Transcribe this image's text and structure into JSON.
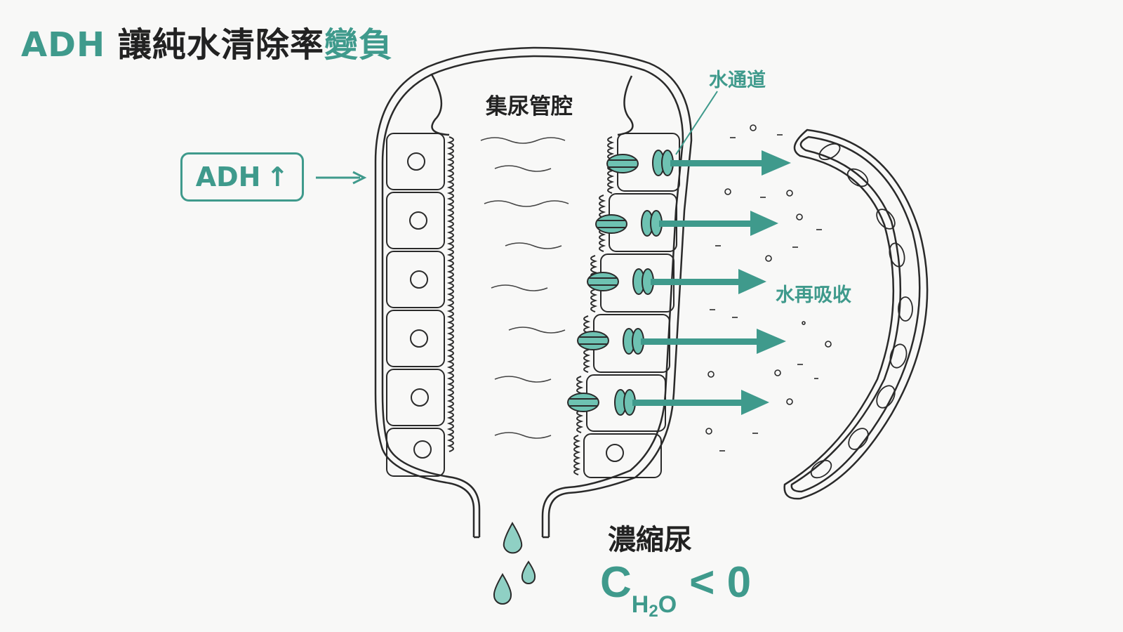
{
  "title": {
    "part1": "ADH",
    "part2": "讓純水清除率",
    "part3": "變負"
  },
  "adh_box": {
    "label": "ADH",
    "arrow": "↑"
  },
  "labels": {
    "lumen": "集尿管腔",
    "water_channel": "水通道",
    "reabsorption": "水再吸收",
    "concentrated_urine": "濃縮尿"
  },
  "formula": {
    "C": "C",
    "sub_H": "H",
    "sub_2": "2",
    "sub_O": "O",
    "relation": "< 0"
  },
  "colors": {
    "accent": "#3f9a8c",
    "line": "#2a2a2a"
  }
}
